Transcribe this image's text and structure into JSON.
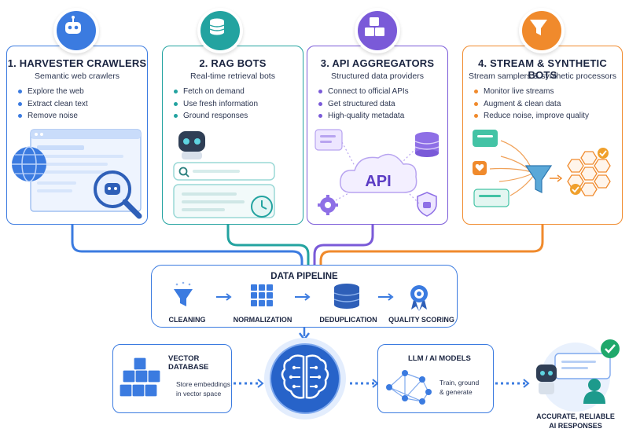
{
  "categories": [
    {
      "title": "1. HARVESTER CRAWLERS",
      "subtitle": "Semantic web crawlers",
      "bullets": [
        "Explore the web",
        "Extract clean text",
        "Remove noise"
      ],
      "color": "#3b7be0",
      "icon": "robot-icon"
    },
    {
      "title": "2. RAG BOTS",
      "subtitle": "Real-time retrieval bots",
      "bullets": [
        "Fetch on demand",
        "Use fresh information",
        "Ground responses"
      ],
      "color": "#23a3a0",
      "icon": "database-icon"
    },
    {
      "title": "3. API AGGREGATORS",
      "subtitle": "Structured data providers",
      "bullets": [
        "Connect to official APIs",
        "Get structured data",
        "High-quality metadata"
      ],
      "color": "#7a5ad8",
      "icon": "cubes-icon"
    },
    {
      "title": "4. STREAM & SYNTHETIC BOTS",
      "subtitle": "Stream samplers & synthetic processors",
      "bullets": [
        "Monitor live streams",
        "Augment & clean data",
        "Reduce noise, improve quality"
      ],
      "color": "#f08a2c",
      "icon": "funnel-icon"
    }
  ],
  "api_label": "API",
  "pipeline": {
    "title": "DATA PIPELINE",
    "steps": [
      {
        "label": "CLEANING",
        "icon": "funnel-icon"
      },
      {
        "label": "NORMALIZATION",
        "icon": "grid-icon"
      },
      {
        "label": "DEDUPLICATION",
        "icon": "database-icon"
      },
      {
        "label": "QUALITY SCORING",
        "icon": "award-icon"
      }
    ]
  },
  "vector_db": {
    "title": "VECTOR DATABASE",
    "description": [
      "Store embeddings",
      "in vector space"
    ]
  },
  "llm": {
    "title": "LLM / AI MODELS",
    "description": [
      "Train, ground",
      "& generate"
    ]
  },
  "final": {
    "lines": [
      "ACCURATE, RELIABLE",
      "AI RESPONSES"
    ]
  }
}
